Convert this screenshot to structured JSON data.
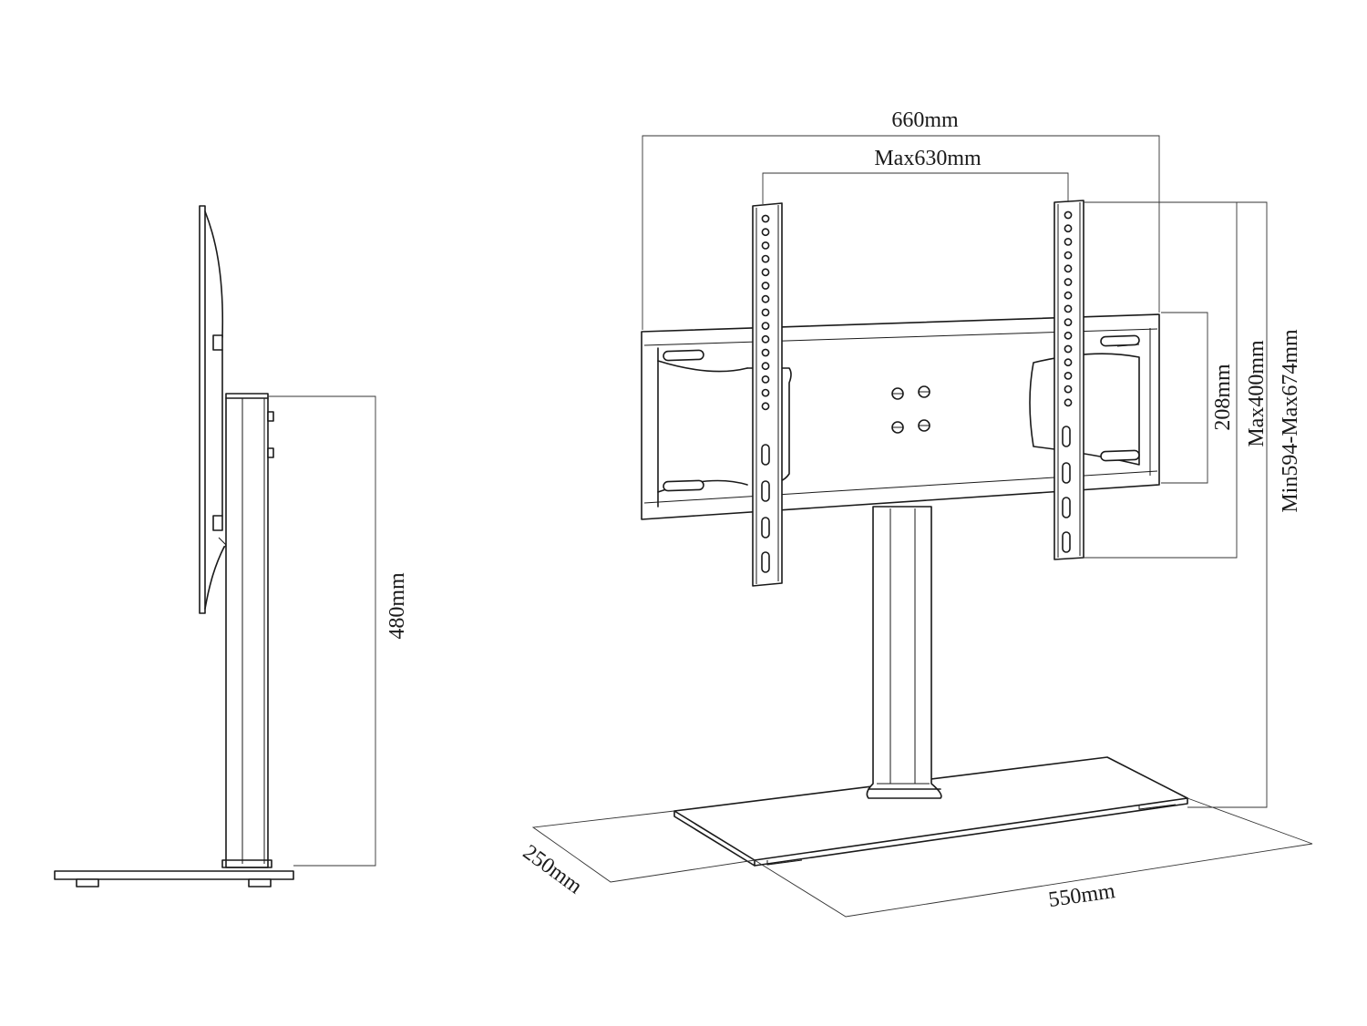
{
  "dimensions": {
    "width_660": "660mm",
    "vesa_max_630": "Max630mm",
    "height_208": "208mm",
    "vesa_max_400": "Max400mm",
    "height_range": "Min594-Max674mm",
    "column_480": "480mm",
    "depth_250": "250mm",
    "width_550": "550mm"
  },
  "colors": {
    "line": "#1a1a1a",
    "background": "#ffffff"
  }
}
